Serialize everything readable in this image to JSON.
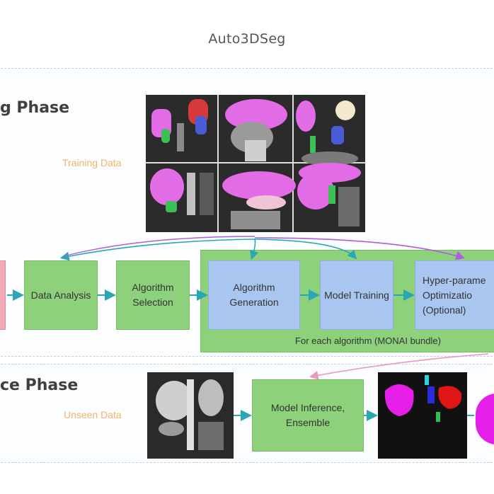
{
  "title": "Auto3DSeg",
  "training": {
    "phase_label": "g Phase",
    "data_label": "Training Data"
  },
  "pipeline": {
    "data_analysis": "Data Analysis",
    "algorithm_selection": "Algorithm Selection",
    "algorithm_generation": "Algorithm Generation",
    "model_training": "Model Training",
    "hyper_param": "Hyper-parame Optimizatio (Optional)",
    "monai_caption": "For each algorithm (MONAI bundle)"
  },
  "inference": {
    "phase_label": "ce Phase",
    "data_label": "Unseen Data",
    "model_inference": "Model Inference, Ensemble"
  },
  "colors": {
    "green_box": "#8dd17b",
    "blue_box": "#a8c6f0",
    "data_label": "#f1b46a",
    "arrow_teal": "#2aa7b5",
    "arrow_purple": "#b15ce0",
    "arrow_pink": "#e79ac0"
  }
}
